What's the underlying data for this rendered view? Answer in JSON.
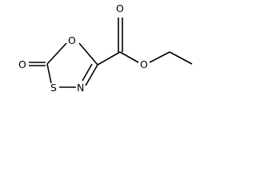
{
  "diagram": {
    "type": "chemical-structure",
    "atoms": {
      "ring_oxygen": "O",
      "carbonyl_oxygen_left": "O",
      "sulfur": "S",
      "nitrogen": "N",
      "ester_carbonyl_oxygen": "O",
      "ester_ether_oxygen": "O"
    },
    "colors": {
      "bond": "#000000",
      "label": "#000000",
      "background": "#ffffff"
    }
  }
}
